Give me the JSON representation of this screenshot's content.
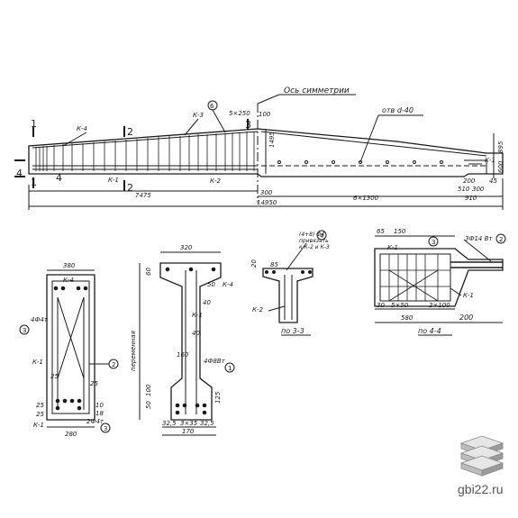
{
  "elevation": {
    "axis_label": "Ось симметрии",
    "holes_label": "отв d-40",
    "frame_k4": "К-4",
    "frame_k3": "К-3",
    "frame_k1": "К-1",
    "frame_k2": "К-2",
    "frame_k1_end": "К-1",
    "spacing_top": "5×250",
    "dim_100": "100",
    "dim_1495": "1495",
    "dim_895": "895",
    "dim_600": "600",
    "dim_half": "7475",
    "dim_total": "14950",
    "dim_300": "300",
    "dim_span": "6×1300",
    "dim_510": "510",
    "dim_300b": "300",
    "dim_200": "200",
    "dim_45": "45",
    "dim_910": "910",
    "cut_1a": "1",
    "cut_1b": "1",
    "cut_2a": "2",
    "cut_2b": "2",
    "cut_3": "3",
    "cut_4a": "4",
    "cut_4b": "4",
    "callout_6": "6"
  },
  "section11": {
    "dim_top": "380",
    "frame_k4": "К-4",
    "bars_top": "4Ф4т",
    "callout_3": "3",
    "frame_k1": "К-1",
    "callout_2": "2",
    "dim_25a": "25",
    "dim_25b": "25",
    "dim_25c": "25",
    "dim_25d": "25",
    "dim_10": "10",
    "dim_18": "18",
    "bars_bot": "2Ф4т",
    "callout_3b": "3",
    "frame_k1b": "К-1",
    "dim_bot": "280"
  },
  "section22": {
    "dim_top": "320",
    "dim_60": "60",
    "dim_50": "50",
    "frame_k4": "К-4",
    "frame_k1": "К-1",
    "dim_40a": "40",
    "dim_40b": "40",
    "label_var": "переменная",
    "dim_160": "160",
    "dim_100": "100",
    "dim_50b": "50",
    "bars": "4Ф8Вт",
    "callout_1": "1",
    "dim_125": "125",
    "dim_bot1": "32,5",
    "dim_bot2": "3×35",
    "dim_bot3": "32,5",
    "dim_bot": "170"
  },
  "section33": {
    "note": "(4+8) Ф4",
    "note2": "привязать",
    "note3": "к К-2 и К-3",
    "callout_4": "4",
    "dim_20": "20",
    "dim_85": "85",
    "frame_k2": "К-2",
    "title": "по 3-3"
  },
  "section44": {
    "dim_65": "65",
    "dim_150": "150",
    "frame_k1": "К-1",
    "callout_3": "3",
    "spacing_a": "5×50",
    "spacing_b": "2×100",
    "dim_30": "30",
    "dim_580": "580",
    "dim_200": "200",
    "bars_label": "3Ф14 Вт",
    "callout_2": "2",
    "frame_k1b": "К-1",
    "title": "по 4-4"
  },
  "watermark": {
    "site": "gbi22.ru"
  }
}
